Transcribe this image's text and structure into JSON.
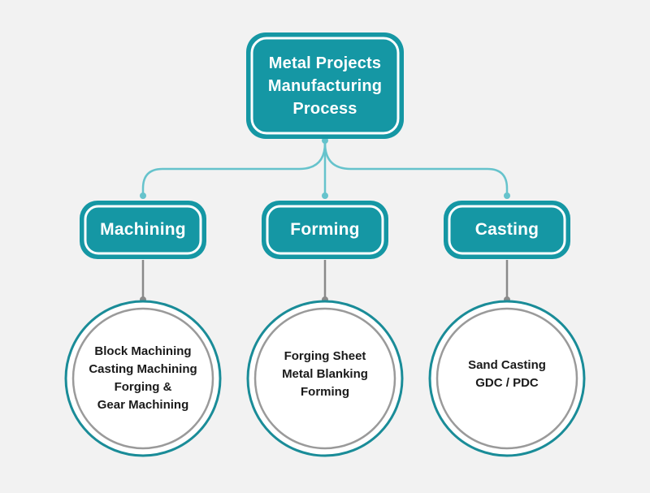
{
  "root": {
    "lines": [
      "Metal Projects",
      "Manufacturing",
      "Process"
    ]
  },
  "categories": [
    {
      "label": "Machining",
      "details": [
        "Block Machining",
        "Casting Machining",
        "Forging &",
        "Gear Machining"
      ]
    },
    {
      "label": "Forming",
      "details": [
        "Forging Sheet",
        "Metal Blanking",
        "Forming"
      ]
    },
    {
      "label": "Casting",
      "details": [
        "Sand Casting",
        "GDC / PDC"
      ]
    }
  ],
  "colors": {
    "box_fill": "#1597a4",
    "box_outer_border": "#1597a4",
    "box_inner_stroke": "#ffffff",
    "connector_top": "#66c3cc",
    "connector_bottom": "#8a8a8a",
    "circle_outer": "#1a8c98",
    "circle_inner": "#9a9a9a",
    "background": "#f2f2f2"
  }
}
